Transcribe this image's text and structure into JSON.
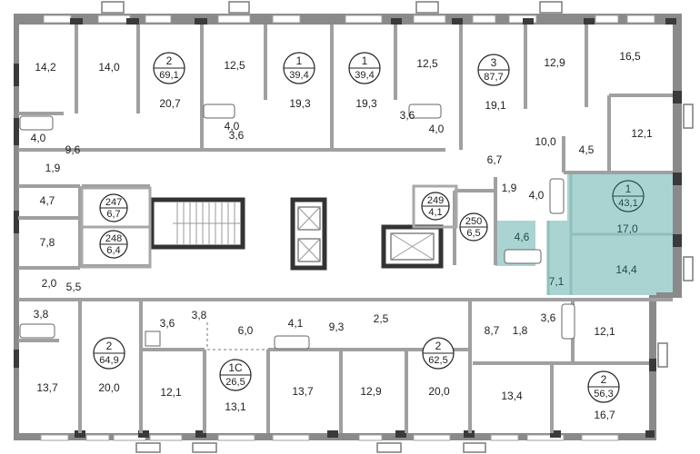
{
  "plan": {
    "title": "Floor plan",
    "highlight_color": "#a9d4d2",
    "apartments": [
      {
        "id": "apt-2-69-1",
        "rooms": "2",
        "total_area": "69,1",
        "highlighted": false
      },
      {
        "id": "apt-1-39-4-a",
        "rooms": "1",
        "total_area": "39,4",
        "highlighted": false
      },
      {
        "id": "apt-1-39-4-b",
        "rooms": "1",
        "total_area": "39,4",
        "highlighted": false
      },
      {
        "id": "apt-3-87-7",
        "rooms": "3",
        "total_area": "87,7",
        "highlighted": false
      },
      {
        "id": "apt-1-43-1",
        "rooms": "1",
        "total_area": "43,1",
        "highlighted": true
      },
      {
        "id": "apt-2-64-9",
        "rooms": "2",
        "total_area": "64,9",
        "highlighted": false
      },
      {
        "id": "apt-1c-26-5",
        "rooms": "1С",
        "total_area": "26,5",
        "highlighted": false
      },
      {
        "id": "apt-2-62-5",
        "rooms": "2",
        "total_area": "62,5",
        "highlighted": false
      },
      {
        "id": "apt-2-56-3",
        "rooms": "2",
        "total_area": "56,3",
        "highlighted": false
      }
    ],
    "storage_units": [
      {
        "number": "247",
        "area": "6,7"
      },
      {
        "number": "248",
        "area": "6,4"
      },
      {
        "number": "249",
        "area": "4,1"
      },
      {
        "number": "250",
        "area": "6,5"
      }
    ],
    "room_areas": {
      "top": [
        "14,2",
        "14,0",
        "20,7",
        "12,5",
        "19,3",
        "19,3",
        "12,5",
        "19,1",
        "12,9",
        "16,5",
        "12,1"
      ],
      "top_service": [
        "4,0",
        "9,6",
        "4,0",
        "3,6",
        "3,6",
        "4,0",
        "10,0",
        "4,5",
        "6,7"
      ],
      "left": [
        "1,9",
        "4,7",
        "7,8",
        "2,0",
        "5,5",
        "3,8"
      ],
      "highlight_apt": [
        "1,9",
        "4,0",
        "4,6",
        "17,0",
        "14,4",
        "7,1"
      ],
      "bottom": [
        "13,7",
        "20,0",
        "12,1",
        "13,1",
        "13,7",
        "12,9",
        "20,0",
        "13,4",
        "16,7",
        "12,1"
      ],
      "bottom_service": [
        "3,6",
        "3,8",
        "6,0",
        "4,1",
        "9,3",
        "2,5",
        "8,7",
        "1,8",
        "3,6"
      ]
    }
  }
}
